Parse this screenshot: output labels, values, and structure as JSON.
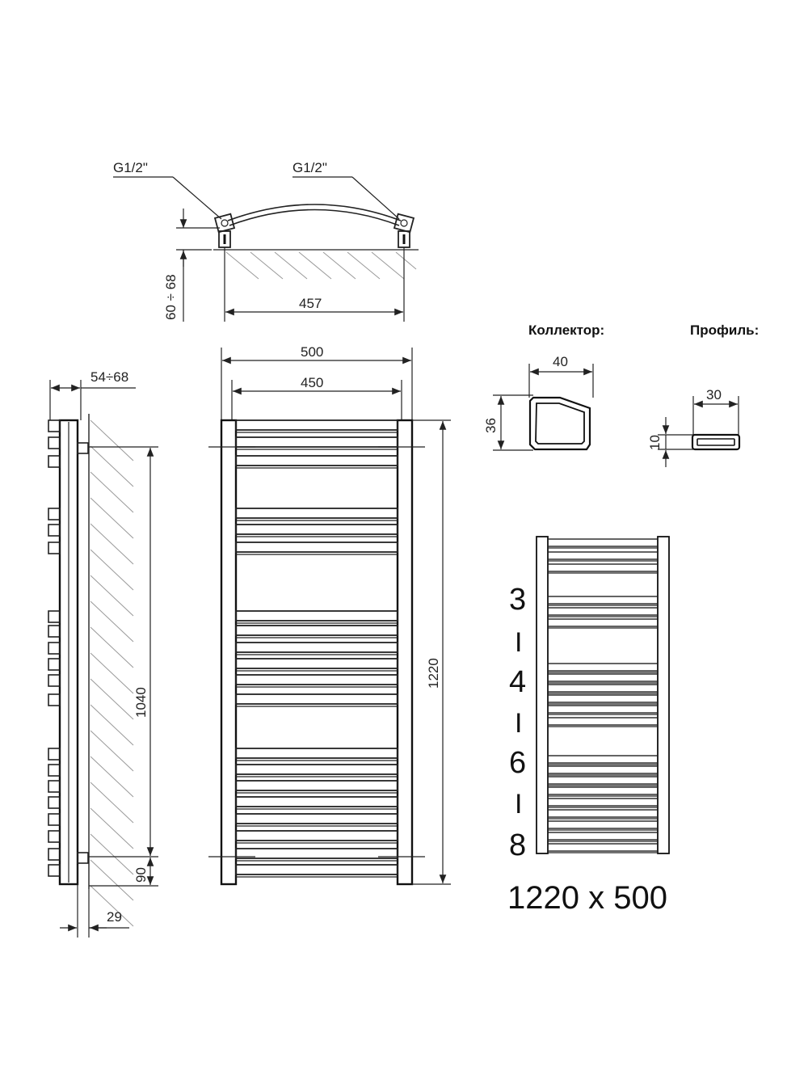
{
  "top_view": {
    "connection_left": "G1/2\"",
    "connection_right": "G1/2\"",
    "wall_distance": "60 ÷ 68",
    "axis_distance": "457"
  },
  "side_view": {
    "depth_range": "54÷68",
    "bracket_spacing": "1040",
    "bottom_offset": "90",
    "wall_gap": "29"
  },
  "front_view": {
    "overall_width": "500",
    "axis_width": "450",
    "overall_height": "1220"
  },
  "collector": {
    "title": "Коллектор:",
    "width": "40",
    "height": "36"
  },
  "profile": {
    "title": "Профиль:",
    "width": "30",
    "height": "10"
  },
  "sections": {
    "groups": [
      "3",
      "4",
      "6",
      "8"
    ],
    "separator": "I",
    "size_label": "1220 x 500"
  }
}
